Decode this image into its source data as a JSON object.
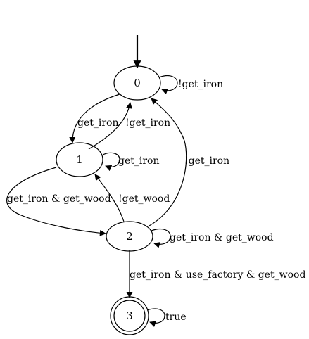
{
  "diagram": {
    "states": [
      {
        "id": "0",
        "label": "0",
        "initial": true,
        "accepting": false
      },
      {
        "id": "1",
        "label": "1",
        "initial": false,
        "accepting": false
      },
      {
        "id": "2",
        "label": "2",
        "initial": false,
        "accepting": false
      },
      {
        "id": "3",
        "label": "3",
        "initial": false,
        "accepting": true
      }
    ],
    "transitions": [
      {
        "from": "0",
        "to": "0",
        "label": "!get_iron"
      },
      {
        "from": "0",
        "to": "1",
        "label": "get_iron"
      },
      {
        "from": "1",
        "to": "0",
        "label": "!get_iron"
      },
      {
        "from": "1",
        "to": "1",
        "label": "get_iron"
      },
      {
        "from": "1",
        "to": "2",
        "label": "get_iron & get_wood"
      },
      {
        "from": "2",
        "to": "1",
        "label": "!get_wood"
      },
      {
        "from": "2",
        "to": "0",
        "label": "!get_iron"
      },
      {
        "from": "2",
        "to": "2",
        "label": "get_iron & get_wood"
      },
      {
        "from": "2",
        "to": "3",
        "label": "get_iron & use_factory & get_wood"
      },
      {
        "from": "3",
        "to": "3",
        "label": "true"
      }
    ]
  }
}
